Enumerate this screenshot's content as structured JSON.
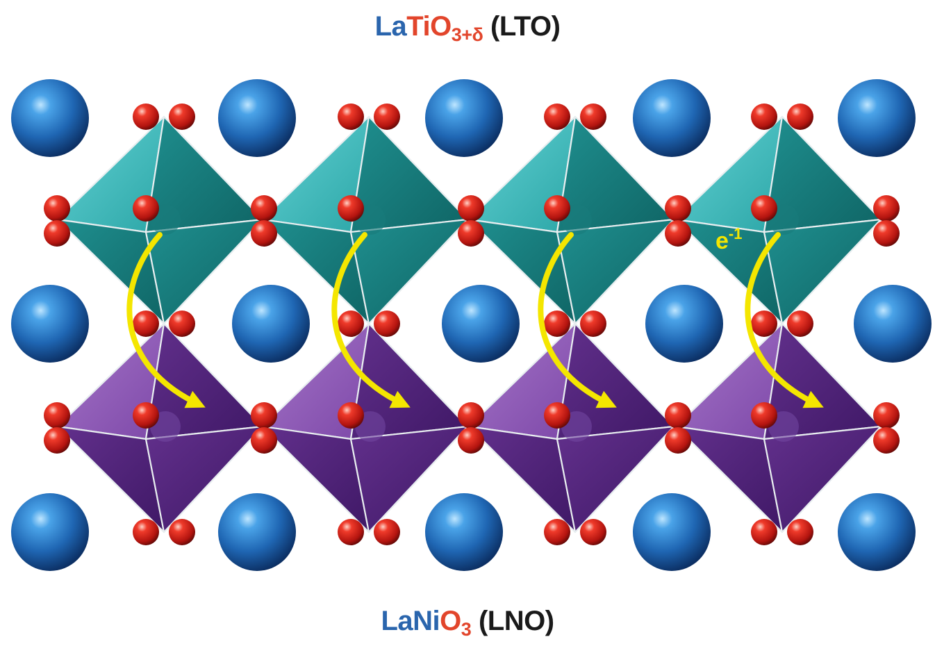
{
  "top_label": {
    "la": "La",
    "ti": "Ti",
    "o": "O",
    "sub": "3+δ",
    "abbr": "(LTO)"
  },
  "bottom_label": {
    "la": "La",
    "ni": "Ni",
    "o": "O",
    "sub": "3",
    "abbr": "(LNO)"
  },
  "electron_label": "e",
  "electron_sup": "-1",
  "colors": {
    "la_atom": "#1f66b3",
    "oxygen_atom": "#d0261e",
    "ti_octahedron": "#2bb3b3",
    "ni_octahedron": "#7a3f9e",
    "transfer_arrow": "#f4e600"
  }
}
